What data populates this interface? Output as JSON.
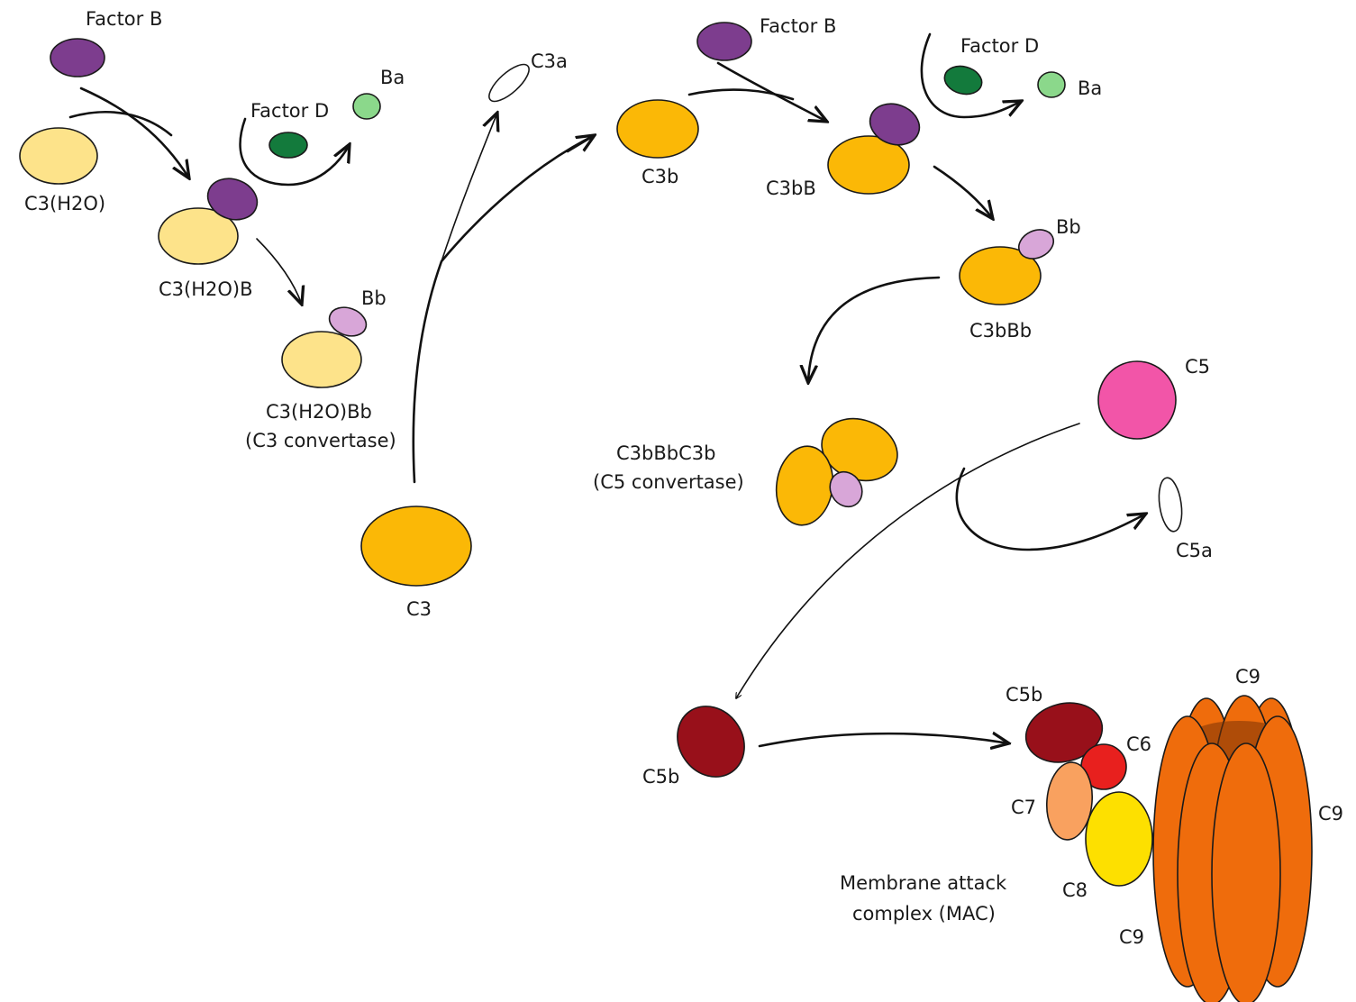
{
  "colors": {
    "factor_b": "#7d3d8e",
    "factor_d": "#137a3c",
    "ba": "#8bd88b",
    "bb": "#d8a6d8",
    "c3_h2o": "#fde38a",
    "c3": "#fbb806",
    "c3a": "#ffffff",
    "c5": "#f255a8",
    "c5a": "#ffffff",
    "c5b": "#98101a",
    "c6": "#e8201e",
    "c7": "#f9a15f",
    "c8": "#fde000",
    "c9": "#ef6c0c"
  },
  "labels": {
    "factor_b_1": "Factor B",
    "c3h2o": "C3(H2O)",
    "factor_d_1": "Factor D",
    "ba_1": "Ba",
    "c3h2ob": "C3(H2O)B",
    "bb_1": "Bb",
    "c3h2obb": "C3(H2O)Bb",
    "c3_convertase": "(C3 convertase)",
    "c3a": "C3a",
    "c3": "C3",
    "factor_b_2": "Factor B",
    "c3b": "C3b",
    "factor_d_2": "Factor D",
    "ba_2": "Ba",
    "c3bb": "C3bB",
    "bb_2": "Bb",
    "c3bbb": "C3bBb",
    "c5": "C5",
    "c3bbbc3b": "C3bBbC3b",
    "c5_convertase": "(C5 convertase)",
    "c5a": "C5a",
    "c5b_1": "C5b",
    "c5b_2": "C5b",
    "c6": "C6",
    "c7": "C7",
    "c8": "C8",
    "c9_top": "C9",
    "c9_right": "C9",
    "c9_bottom": "C9",
    "mac_line1": "Membrane attack",
    "mac_line2": "complex (MAC)"
  }
}
